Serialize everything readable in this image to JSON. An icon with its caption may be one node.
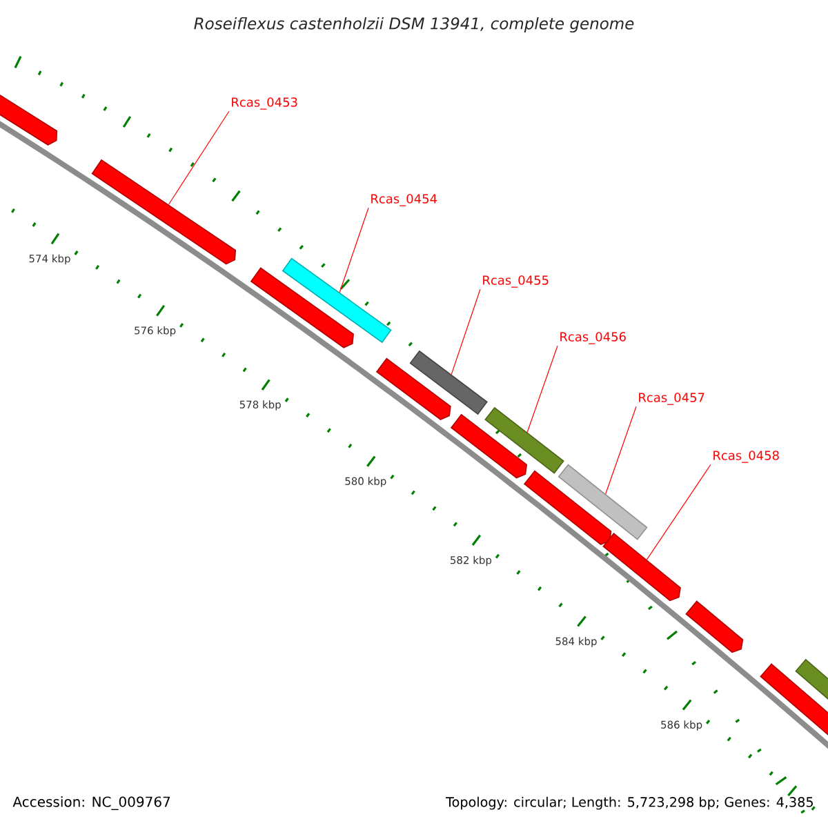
{
  "diagram": {
    "title": "Roseiflexus castenholzii DSM 13941, complete genome",
    "nodes": [
      {
        "text": [
          "Rcas_0453"
        ]
      },
      {
        "text": [
          "Rcas_0454"
        ]
      },
      {
        "text": [
          "Rcas_0455"
        ]
      },
      {
        "text": [
          "Rcas_0456"
        ]
      },
      {
        "text": [
          "Rcas_0457"
        ]
      },
      {
        "text": [
          "Rcas_0458"
        ]
      },
      {
        "text": [],
        "shape": "arrow"
      },
      {
        "text": [],
        "shape": "arrow"
      },
      {
        "text": [],
        "shape": "arrow"
      },
      {
        "text": [],
        "shape": "bar"
      },
      {
        "text": [],
        "shape": "arrow"
      },
      {
        "text": [],
        "shape": "bar"
      },
      {
        "text": [],
        "shape": "arrow"
      },
      {
        "text": [],
        "shape": "bar"
      },
      {
        "text": [],
        "shape": "arrow"
      },
      {
        "text": [],
        "shape": "bar"
      },
      {
        "text": [],
        "shape": "arrow"
      },
      {
        "text": [],
        "shape": "arrow"
      },
      {
        "text": [],
        "shape": "arrow"
      },
      {
        "text": [],
        "shape": "bar"
      }
    ],
    "edges": [
      {
        "from": 0,
        "to": 7,
        "arrow": "none"
      },
      {
        "from": 1,
        "to": 9,
        "arrow": "none"
      },
      {
        "from": 2,
        "to": 11,
        "arrow": "none"
      },
      {
        "from": 3,
        "to": 13,
        "arrow": "none"
      },
      {
        "from": 4,
        "to": 15,
        "arrow": "none"
      },
      {
        "from": 5,
        "to": 16,
        "arrow": "none"
      }
    ],
    "labels": [
      "574 kbp",
      "576 kbp",
      "578 kbp",
      "580 kbp",
      "582 kbp",
      "584 kbp",
      "586 kbp",
      "Accession: NC_009767",
      "Topology: circular; Length: 5,723,298 bp; Genes: 4,385"
    ]
  }
}
